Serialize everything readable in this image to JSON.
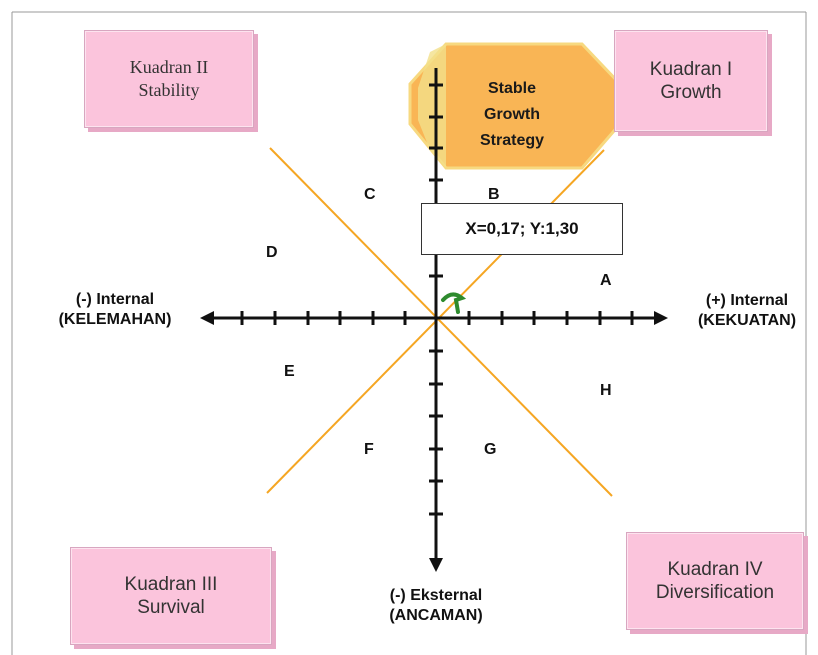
{
  "quadrants": {
    "q1": {
      "title": "Kuadran I",
      "subtitle": "Growth"
    },
    "q2": {
      "title": "Kuadran II",
      "subtitle": "Stability"
    },
    "q3": {
      "title": "Kuadran III",
      "subtitle": "Survival"
    },
    "q4": {
      "title": "Kuadran IV",
      "subtitle": "Diversification"
    }
  },
  "axes": {
    "left": {
      "line1": "(-) Internal",
      "line2": "(KELEMAHAN)"
    },
    "right": {
      "line1": "(+) Internal",
      "line2": "(KEKUATAN)"
    },
    "bottom": {
      "line1": "(-) Eksternal",
      "line2": "(ANCAMAN)"
    }
  },
  "regions": {
    "a": "A",
    "b": "B",
    "c": "C",
    "d": "D",
    "e": "E",
    "f": "F",
    "g": "G",
    "h": "H"
  },
  "strategy": {
    "line1": "Stable",
    "line2": "Growth",
    "line3": "Strategy"
  },
  "coordinate": {
    "label": "X=0,17; Y:1,30",
    "x": 0.17,
    "y": 1.3
  },
  "colors": {
    "quadrant_fill": "#fbc4dc",
    "diagonal": "#f5a623",
    "strategy_fill": "#f9b24c",
    "axis": "#111111",
    "marker": "#2e8b2e"
  }
}
